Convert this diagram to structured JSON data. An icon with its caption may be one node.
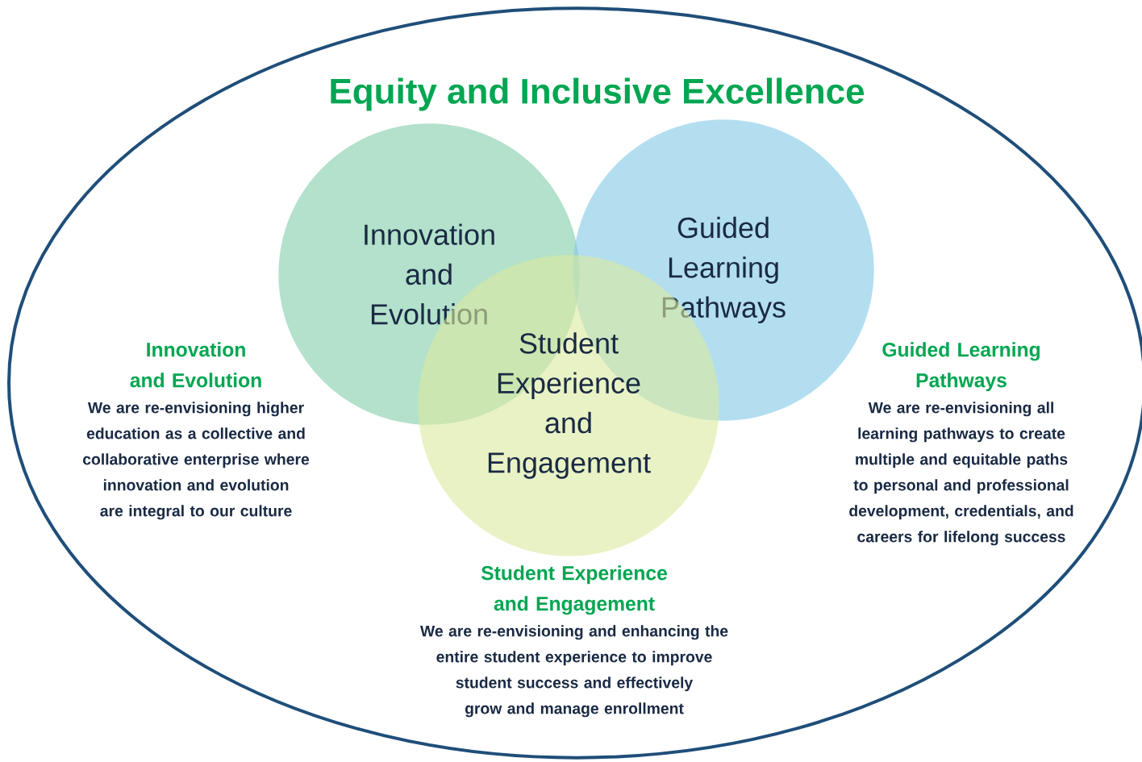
{
  "diagram": {
    "title": "Equity and Inclusive Excellence",
    "nodes": [
      {
        "text": [],
        "shape": "ellipse"
      },
      {
        "text": [
          "Innovation and Evolution"
        ],
        "in": 0
      },
      {
        "text": [
          "Guided Learning Pathways"
        ],
        "in": 0
      },
      {
        "text": [
          "Student Experience and Engagement"
        ],
        "in": 0
      }
    ],
    "labels": [
      "Innovation and Evolution",
      "We are re-envisioning higher education as a collective and collaborative enterprise where innovation and evolution are integral to our culture",
      "Guided Learning Pathways",
      "We are re-envisioning all learning pathways to create multiple and equitable paths to personal and professional development, credentials, and careers for lifelong success",
      "Student Experience and Engagement",
      "We are re-envisioning and enhancing the entire student experience to improve student success and effectively grow and manage enrollment"
    ]
  }
}
